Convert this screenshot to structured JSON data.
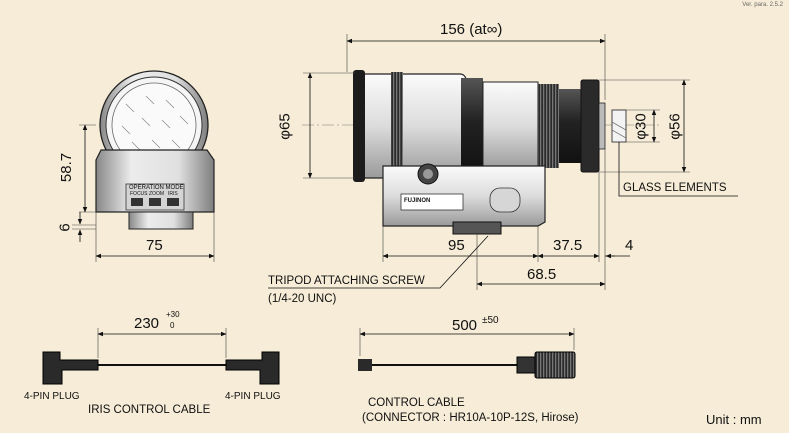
{
  "corner_note": "Ver. para. 2.5.2",
  "dimensions": {
    "overall_length": "156 (at∞)",
    "front_diameter": "φ65",
    "rear_diameter": "φ56",
    "glass_diameter": "φ30",
    "side_height": "58.7",
    "base_offset": "6",
    "side_width": "75",
    "body_length": "95",
    "rear_length": "37.5",
    "rear_gap": "4",
    "mount_length": "68.5"
  },
  "labels": {
    "glass_elements": "GLASS ELEMENTS",
    "tripod_screw": "TRIPOD ATTACHING SCREW",
    "tripod_thread": "(1/4-20 UNC)",
    "operation_mode": "OPERATION MODE",
    "mode_focus": "FOCUS",
    "mode_zoom": "ZOOM",
    "mode_iris": "IRIS",
    "lens_brand": "FUJINON"
  },
  "iris_cable": {
    "length": "230",
    "tol_plus": "+30",
    "tol_minus": "0",
    "plug_left": "4-PIN PLUG",
    "plug_right": "4-PIN PLUG",
    "caption": "IRIS CONTROL CABLE"
  },
  "control_cable": {
    "length": "500",
    "tolerance": "±50",
    "caption": "CONTROL CABLE",
    "connector": "(CONNECTOR : HR10A-10P-12S, Hirose)"
  },
  "unit": "Unit : mm"
}
